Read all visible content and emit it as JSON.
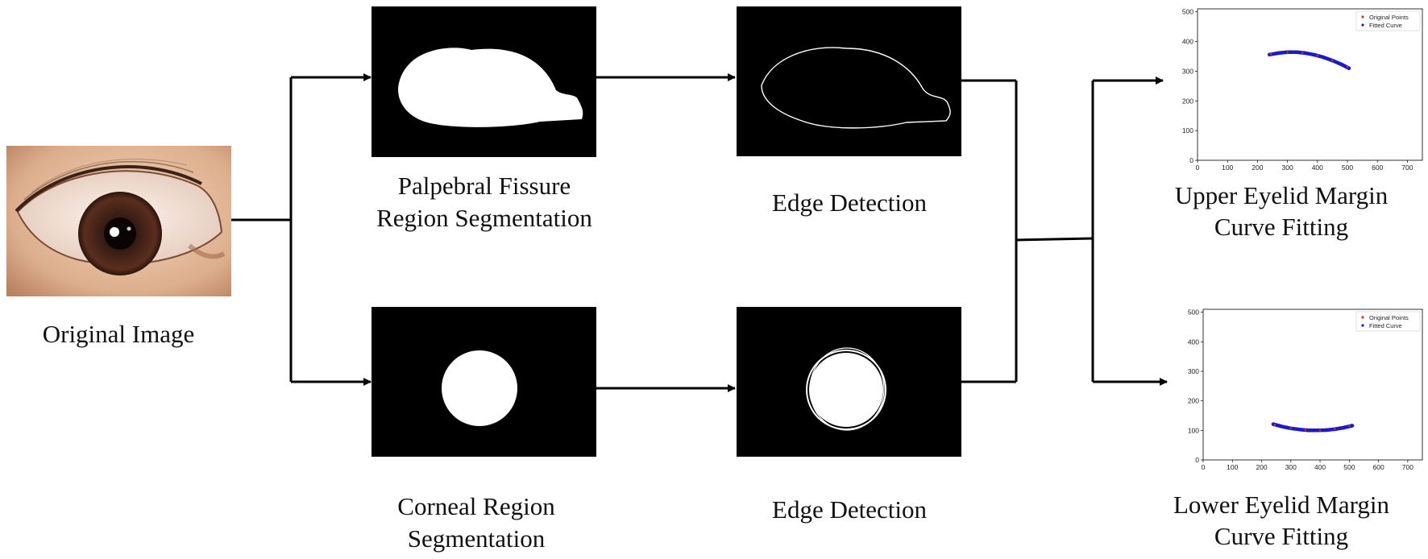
{
  "labels": {
    "original": "Original Image",
    "palpebral_line1": "Palpebral Fissure",
    "palpebral_line2": "Region Segmentation",
    "edge_top": "Edge Detection",
    "corneal_line1": "Corneal Region",
    "corneal_line2": "Segmentation",
    "edge_bottom": "Edge Detection",
    "upper_line1": "Upper Eyelid Margin",
    "upper_line2": "Curve Fitting",
    "lower_line1": "Lower Eyelid Margin",
    "lower_line2": "Curve Fitting"
  },
  "colors": {
    "mask_bg": "#000000",
    "mask_fg": "#ffffff",
    "arrow": "#000000",
    "fitted_curve": "#1a1acc",
    "original_points": "#e03030"
  },
  "chart_data": [
    {
      "type": "scatter",
      "title": "",
      "xlim": [
        0,
        750
      ],
      "ylim": [
        0,
        510
      ],
      "xticks": [
        0,
        100,
        200,
        300,
        400,
        500,
        600,
        700
      ],
      "yticks": [
        0,
        100,
        200,
        300,
        400,
        500
      ],
      "legend": "top-right",
      "series": [
        {
          "name": "Original Points",
          "x": [
            245,
            300,
            350,
            400,
            450,
            500
          ],
          "y": [
            358,
            364,
            362,
            353,
            337,
            314
          ]
        },
        {
          "name": "Fitted Curve",
          "x": [
            240,
            270,
            300,
            330,
            360,
            390,
            420,
            450,
            480,
            505
          ],
          "y": [
            356,
            361,
            364,
            364,
            361,
            355,
            347,
            336,
            323,
            310
          ]
        }
      ]
    },
    {
      "type": "scatter",
      "title": "",
      "xlim": [
        0,
        750
      ],
      "ylim": [
        0,
        510
      ],
      "xticks": [
        0,
        100,
        200,
        300,
        400,
        500,
        600,
        700
      ],
      "yticks": [
        0,
        100,
        200,
        300,
        400,
        500
      ],
      "legend": "top-right",
      "series": [
        {
          "name": "Original Points",
          "x": [
            245,
            300,
            350,
            400,
            450,
            500
          ],
          "y": [
            119,
            107,
            101,
            100,
            105,
            115
          ]
        },
        {
          "name": "Fitted Curve",
          "x": [
            240,
            270,
            300,
            330,
            360,
            390,
            420,
            450,
            480,
            510
          ],
          "y": [
            121,
            113,
            107,
            103,
            100,
            100,
            101,
            104,
            109,
            116
          ]
        }
      ]
    }
  ]
}
